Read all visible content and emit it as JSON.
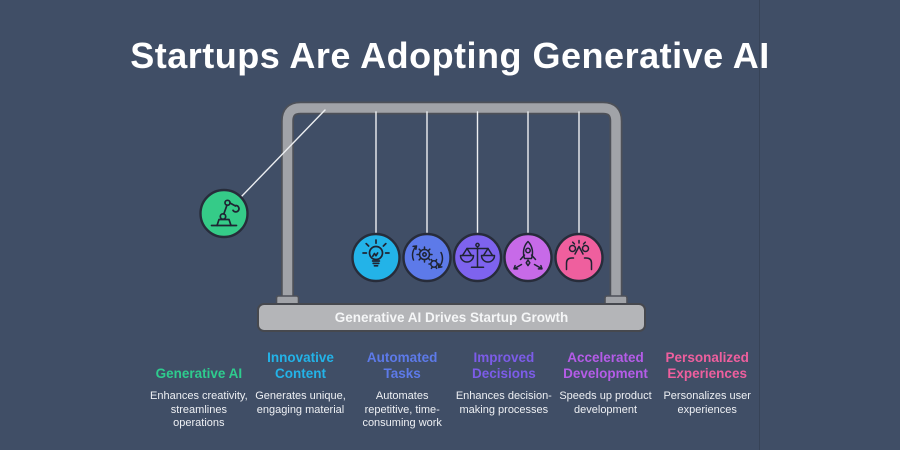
{
  "title": "Startups Are Adopting Generative AI",
  "colors": {
    "background": "#404e66",
    "frame": "#a1a3a8",
    "frame_outline": "#4d5058",
    "base": "#b4b5b8",
    "base_outline": "#46484e",
    "string": "#edeff2",
    "ball_outline": "#272c3a",
    "icon_stroke": "#1f2433",
    "body_text": "#eef0f4",
    "title_text": "#ffffff"
  },
  "cradle": {
    "base_label": "Generative AI Drives Startup Growth",
    "balls": [
      {
        "name": "generative-ai-ball",
        "icon": "robot-arm-icon",
        "color": "#35cb88"
      },
      {
        "name": "innovative-content-ball",
        "icon": "lightbulb-icon",
        "color": "#23b3e8"
      },
      {
        "name": "automated-tasks-ball",
        "icon": "gears-cycle-icon",
        "color": "#5d7ae9"
      },
      {
        "name": "improved-decisions-ball",
        "icon": "scales-icon",
        "color": "#7e63ee"
      },
      {
        "name": "accelerated-development-ball",
        "icon": "rocket-launch-icon",
        "color": "#c76ae8"
      },
      {
        "name": "personalized-experiences-ball",
        "icon": "high-five-icon",
        "color": "#ef5f9e"
      }
    ]
  },
  "columns": [
    {
      "heading": "Generative AI",
      "heading_color": "#2ecc8e",
      "body": "Enhances creativity,\nstreamlines\noperations"
    },
    {
      "heading": "Innovative\nContent",
      "heading_color": "#23b3e8",
      "body": "Generates unique,\nengaging material"
    },
    {
      "heading": "Automated\nTasks",
      "heading_color": "#5d7ae9",
      "body": "Automates\nrepetitive, time-\nconsuming work"
    },
    {
      "heading": "Improved\nDecisions",
      "heading_color": "#7c5ce8",
      "body": "Enhances decision-\nmaking processes"
    },
    {
      "heading": "Accelerated\nDevelopment",
      "heading_color": "#b55ce8",
      "body": "Speeds up product\ndevelopment"
    },
    {
      "heading": "Personalized\nExperiences",
      "heading_color": "#ef5f9e",
      "body": "Personalizes user\nexperiences"
    }
  ]
}
